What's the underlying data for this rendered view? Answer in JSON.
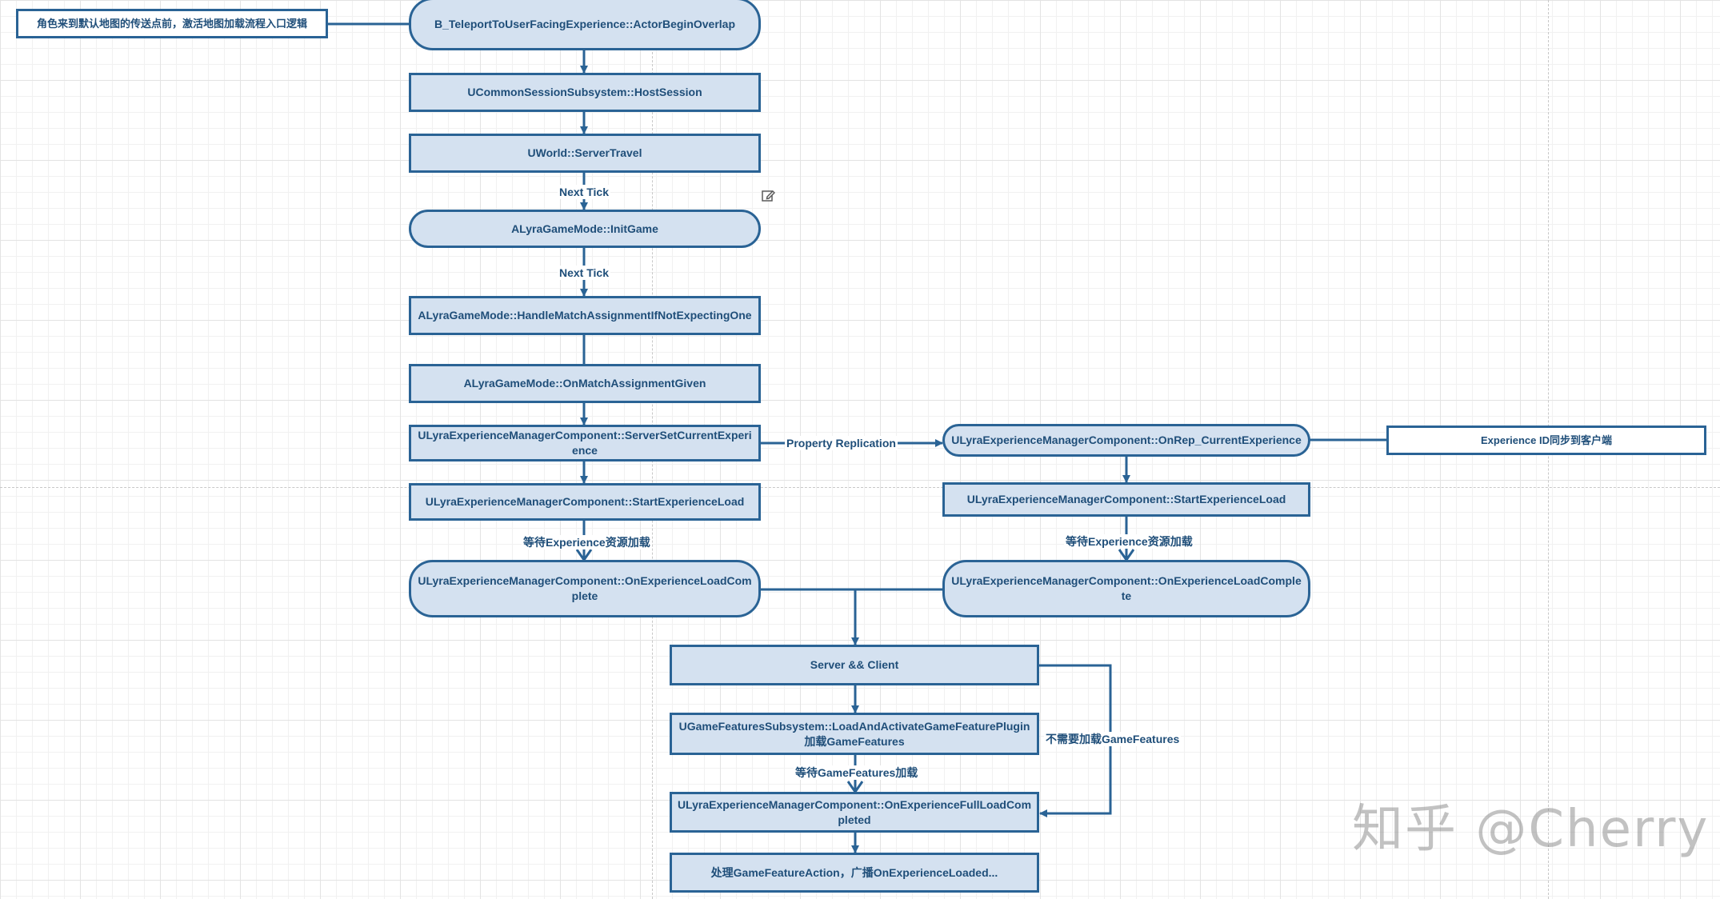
{
  "nodes": {
    "entry_note": "角色来到默认地图的传送点前，激活地图加载流程入口逻辑",
    "begin_overlap": "B_TeleportToUserFacingExperience::ActorBeginOverlap",
    "host_session": "UCommonSessionSubsystem::HostSession",
    "server_travel": "UWorld::ServerTravel",
    "init_game": "ALyraGameMode::InitGame",
    "handle_match": "ALyraGameMode::HandleMatchAssignmentIfNotExpectingOne",
    "on_match_given": "ALyraGameMode::OnMatchAssignmentGiven",
    "server_set_current": "ULyraExperienceManagerComponent::ServerSetCurrentExperience",
    "start_load_server": "ULyraExperienceManagerComponent::StartExperienceLoad",
    "load_complete_server": "ULyraExperienceManagerComponent::OnExperienceLoadComplete",
    "onrep_current": "ULyraExperienceManagerComponent::OnRep_CurrentExperience",
    "client_note": "Experience ID同步到客户端",
    "start_load_client": "ULyraExperienceManagerComponent::StartExperienceLoad",
    "load_complete_client": "ULyraExperienceManagerComponent::OnExperienceLoadComplete",
    "server_client": "Server && Client",
    "load_plugin_line1": "UGameFeaturesSubsystem::LoadAndActivateGameFeaturePlugin",
    "load_plugin_line2": "加载GameFeatures",
    "full_load_completed": "ULyraExperienceManagerComponent::OnExperienceFullLoadCompleted",
    "process_actions": "处理GameFeatureAction，广播OnExperienceLoaded..."
  },
  "edge_labels": {
    "next_tick_1": "Next Tick",
    "next_tick_2": "Next Tick",
    "property_replication": "Property Replication",
    "wait_experience_server": "等待Experience资源加载",
    "wait_experience_client": "等待Experience资源加载",
    "wait_gamefeatures": "等待GameFeatures加载",
    "no_gamefeatures": "不需要加载GameFeatures"
  },
  "watermark": "知乎 @Cherry",
  "icons": {
    "edit": "edit-icon"
  },
  "colors": {
    "node_fill": "#d4e1f0",
    "node_border": "#2a6395",
    "text": "#1f4e79",
    "grid": "#e3e3e3"
  }
}
